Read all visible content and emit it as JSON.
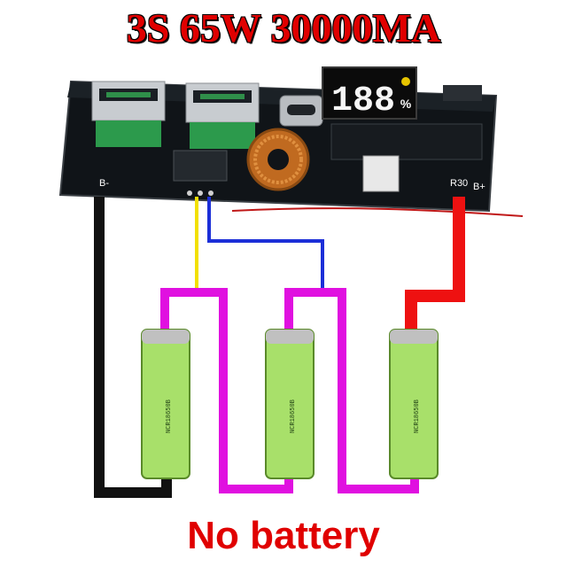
{
  "header": {
    "title": "3S 65W 30000MA"
  },
  "footer": {
    "caption": "No battery"
  },
  "board": {
    "display_digits": "188",
    "display_unit": "%",
    "pad_left": "B-",
    "pad_right": "B+",
    "part_label": "R30"
  },
  "wires": {
    "negative": "#111111",
    "positive": "#ee1111",
    "tap1": "#f2e000",
    "tap2": "#1c2fd8",
    "series_link": "#e010e0"
  },
  "cells": [
    {
      "model": "NCR18650B",
      "color": "#a8e06a"
    },
    {
      "model": "NCR18650B",
      "color": "#a8e06a"
    },
    {
      "model": "NCR18650B",
      "color": "#a8e06a"
    }
  ]
}
